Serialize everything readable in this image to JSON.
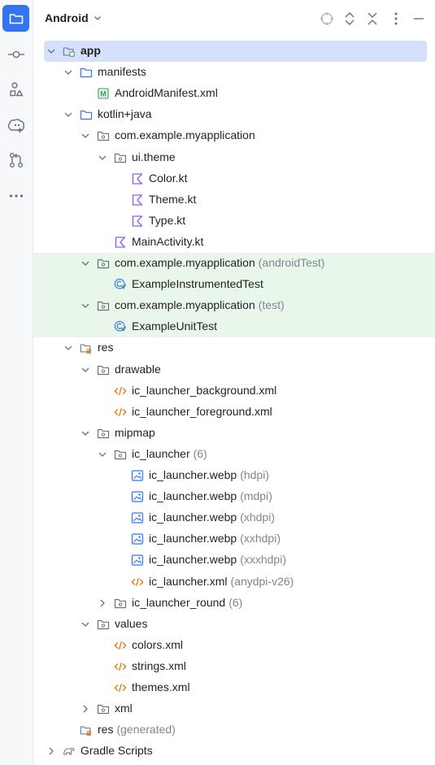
{
  "sidebar": {
    "items": [
      {
        "name": "project-icon",
        "active": true
      },
      {
        "name": "commit-icon",
        "active": false
      },
      {
        "name": "structure-icon",
        "active": false
      },
      {
        "name": "gemini-icon",
        "active": false
      },
      {
        "name": "pull-requests-icon",
        "active": false
      },
      {
        "name": "more-icon",
        "active": false
      }
    ]
  },
  "header": {
    "title": "Android",
    "actions": [
      "locate-icon",
      "expand-all-icon",
      "collapse-all-icon",
      "options-icon",
      "minimize-icon"
    ]
  },
  "tree": [
    {
      "label": "app",
      "suffix": "",
      "depth": 0,
      "chevron": "down",
      "icon": "module-folder",
      "bold": true,
      "selected": true
    },
    {
      "label": "manifests",
      "suffix": "",
      "depth": 1,
      "chevron": "down",
      "icon": "folder"
    },
    {
      "label": "AndroidManifest.xml",
      "suffix": "",
      "depth": 2,
      "chevron": "none",
      "icon": "manifest-file"
    },
    {
      "label": "kotlin+java",
      "suffix": "",
      "depth": 1,
      "chevron": "down",
      "icon": "folder"
    },
    {
      "label": "com.example.myapplication",
      "suffix": "",
      "depth": 2,
      "chevron": "down",
      "icon": "package"
    },
    {
      "label": "ui.theme",
      "suffix": "",
      "depth": 3,
      "chevron": "down",
      "icon": "package"
    },
    {
      "label": "Color.kt",
      "suffix": "",
      "depth": 4,
      "chevron": "none",
      "icon": "kotlin-file"
    },
    {
      "label": "Theme.kt",
      "suffix": "",
      "depth": 4,
      "chevron": "none",
      "icon": "kotlin-file"
    },
    {
      "label": "Type.kt",
      "suffix": "",
      "depth": 4,
      "chevron": "none",
      "icon": "kotlin-file"
    },
    {
      "label": "MainActivity.kt",
      "suffix": "",
      "depth": 3,
      "chevron": "none",
      "icon": "kotlin-file"
    },
    {
      "label": "com.example.myapplication",
      "suffix": "(androidTest)",
      "depth": 2,
      "chevron": "down",
      "icon": "package",
      "green": true
    },
    {
      "label": "ExampleInstrumentedTest",
      "suffix": "",
      "depth": 3,
      "chevron": "none",
      "icon": "test-class",
      "green": true
    },
    {
      "label": "com.example.myapplication",
      "suffix": "(test)",
      "depth": 2,
      "chevron": "down",
      "icon": "package",
      "green": true
    },
    {
      "label": "ExampleUnitTest",
      "suffix": "",
      "depth": 3,
      "chevron": "none",
      "icon": "test-class",
      "green": true
    },
    {
      "label": "res",
      "suffix": "",
      "depth": 1,
      "chevron": "down",
      "icon": "res-folder"
    },
    {
      "label": "drawable",
      "suffix": "",
      "depth": 2,
      "chevron": "down",
      "icon": "package"
    },
    {
      "label": "ic_launcher_background.xml",
      "suffix": "",
      "depth": 3,
      "chevron": "none",
      "icon": "xml-file"
    },
    {
      "label": "ic_launcher_foreground.xml",
      "suffix": "",
      "depth": 3,
      "chevron": "none",
      "icon": "xml-file"
    },
    {
      "label": "mipmap",
      "suffix": "",
      "depth": 2,
      "chevron": "down",
      "icon": "package"
    },
    {
      "label": "ic_launcher",
      "suffix": "(6)",
      "depth": 3,
      "chevron": "down",
      "icon": "package"
    },
    {
      "label": "ic_launcher.webp",
      "suffix": "(hdpi)",
      "depth": 4,
      "chevron": "none",
      "icon": "image-file"
    },
    {
      "label": "ic_launcher.webp",
      "suffix": "(mdpi)",
      "depth": 4,
      "chevron": "none",
      "icon": "image-file"
    },
    {
      "label": "ic_launcher.webp",
      "suffix": "(xhdpi)",
      "depth": 4,
      "chevron": "none",
      "icon": "image-file"
    },
    {
      "label": "ic_launcher.webp",
      "suffix": "(xxhdpi)",
      "depth": 4,
      "chevron": "none",
      "icon": "image-file"
    },
    {
      "label": "ic_launcher.webp",
      "suffix": "(xxxhdpi)",
      "depth": 4,
      "chevron": "none",
      "icon": "image-file"
    },
    {
      "label": "ic_launcher.xml",
      "suffix": "(anydpi-v26)",
      "depth": 4,
      "chevron": "none",
      "icon": "xml-file"
    },
    {
      "label": "ic_launcher_round",
      "suffix": "(6)",
      "depth": 3,
      "chevron": "right",
      "icon": "package"
    },
    {
      "label": "values",
      "suffix": "",
      "depth": 2,
      "chevron": "down",
      "icon": "package"
    },
    {
      "label": "colors.xml",
      "suffix": "",
      "depth": 3,
      "chevron": "none",
      "icon": "xml-file"
    },
    {
      "label": "strings.xml",
      "suffix": "",
      "depth": 3,
      "chevron": "none",
      "icon": "xml-file"
    },
    {
      "label": "themes.xml",
      "suffix": "",
      "depth": 3,
      "chevron": "none",
      "icon": "xml-file"
    },
    {
      "label": "xml",
      "suffix": "",
      "depth": 2,
      "chevron": "right",
      "icon": "package"
    },
    {
      "label": "res",
      "suffix": "(generated)",
      "depth": 1,
      "chevron": "none",
      "icon": "res-folder"
    },
    {
      "label": "Gradle Scripts",
      "suffix": "",
      "depth": 0,
      "chevron": "right",
      "icon": "gradle"
    }
  ],
  "colors": {
    "accent": "#3574f0",
    "selection": "#d5e1fb",
    "test_highlight": "#e8f7ea",
    "kotlin": "#8b5cf6",
    "xml": "#e76f00",
    "image": "#3574f0",
    "suffix": "#818594"
  }
}
